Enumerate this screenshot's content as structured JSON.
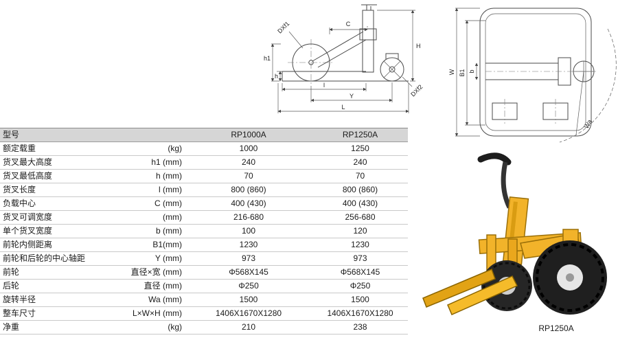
{
  "table": {
    "header": {
      "model_label": "型号",
      "unit_label": "",
      "col_rp1000a": "RP1000A",
      "col_rp1250a": "RP1250A"
    },
    "rows": [
      {
        "label": "额定载重",
        "unit": "(kg)",
        "v1": "1000",
        "v2": "1250"
      },
      {
        "label": "货叉最大高度",
        "unit": "h1 (mm)",
        "v1": "240",
        "v2": "240"
      },
      {
        "label": "货叉最低高度",
        "unit": "h (mm)",
        "v1": "70",
        "v2": "70"
      },
      {
        "label": "货叉长度",
        "unit": "l (mm)",
        "v1": "800 (860)",
        "v2": "800 (860)"
      },
      {
        "label": "负载中心",
        "unit": "C (mm)",
        "v1": "400 (430)",
        "v2": "400 (430)"
      },
      {
        "label": "货叉可调宽度",
        "unit": "(mm)",
        "v1": "216-680",
        "v2": "256-680"
      },
      {
        "label": "单个货叉宽度",
        "unit": "b (mm)",
        "v1": "100",
        "v2": "120"
      },
      {
        "label": "前轮内侧距离",
        "unit": "B1(mm)",
        "v1": "1230",
        "v2": "1230"
      },
      {
        "label": "前轮和后轮的中心轴距",
        "unit": "Y (mm)",
        "v1": "973",
        "v2": "973"
      },
      {
        "label": "前轮",
        "unit": "直径×宽 (mm)",
        "v1": "Φ568X145",
        "v2": "Φ568X145"
      },
      {
        "label": "后轮",
        "unit": "直径 (mm)",
        "v1": "Φ250",
        "v2": "Φ250"
      },
      {
        "label": "旋转半径",
        "unit": "Wa (mm)",
        "v1": "1500",
        "v2": "1500"
      },
      {
        "label": "整车尺寸",
        "unit": "L×W×H (mm)",
        "v1": "1406X1670X1280",
        "v2": "1406X1670X1280"
      },
      {
        "label": "净重",
        "unit": "(kg)",
        "v1": "210",
        "v2": "238"
      }
    ]
  },
  "drawings": {
    "side": {
      "dxf1": "DXf1",
      "c": "C",
      "h_big": "H",
      "h1": "h1",
      "h": "h",
      "l": "l",
      "y": "Y",
      "l_big": "L",
      "dxf2": "DXf2"
    },
    "front": {
      "w": "W",
      "b1": "B1",
      "b": "b",
      "wa": "Wa"
    }
  },
  "product": {
    "caption": "RP1250A",
    "body_color": "#f2b32a",
    "wheel_color": "#262626"
  }
}
